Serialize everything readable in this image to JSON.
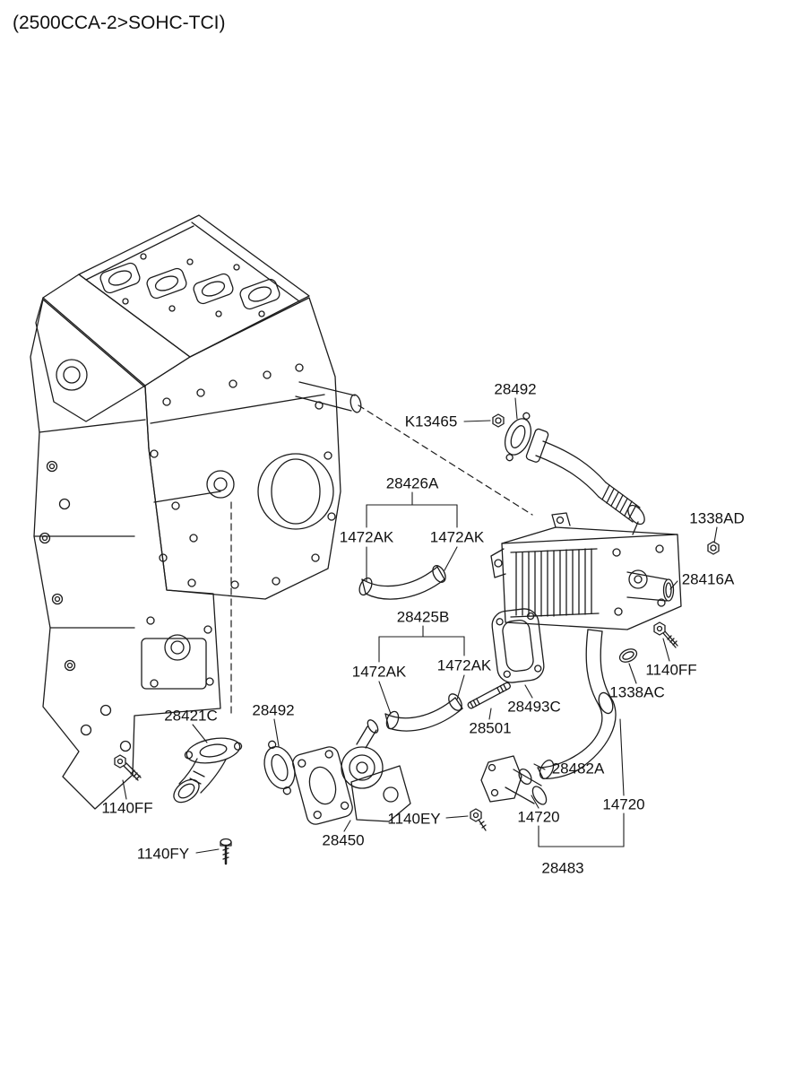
{
  "title": "(2500CCA-2>SOHC-TCI)",
  "labels": {
    "egr_pipe_gasket": "28492",
    "egr_pipe_nut": "K13465",
    "upper_hose": "28426A",
    "upper_hose_clamp_left": "1472AK",
    "upper_hose_clamp_right": "1472AK",
    "cooler_bolt": "1338AD",
    "egr_cooler": "28416A",
    "lower_hose": "28425B",
    "lower_hose_clamp_left": "1472AK",
    "lower_hose_clamp_right": "1472AK",
    "cooler_mount_bolt": "1140FF",
    "pipe_clamp": "1338AC",
    "cooler_gasket": "28493C",
    "stud": "28501",
    "water_inlet_fitting": "28421C",
    "valve_gasket": "28492",
    "elbow_pipe": "28482A",
    "inlet_bolt": "1140FF",
    "pipe_bolt": "1140EY",
    "hose_left": "14720",
    "hose_right": "14720",
    "drain_bolt": "1140FY",
    "egr_valve": "28450",
    "pipe_assembly": "28483"
  }
}
